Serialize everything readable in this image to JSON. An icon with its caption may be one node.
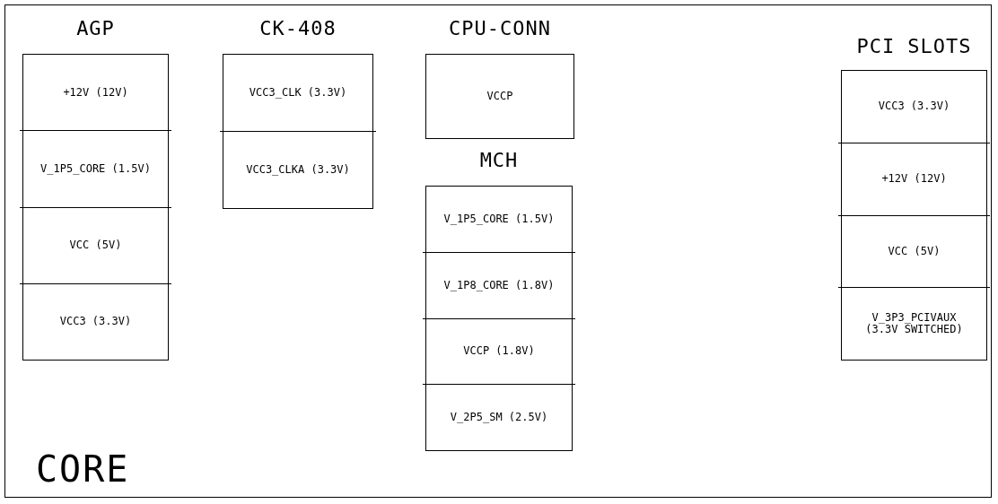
{
  "diagram": {
    "nodes": [
      {
        "text": [
          "AGP",
          "+12V (12V)",
          "V_1P5_CORE (1.5V)",
          "VCC (5V)",
          "VCC3 (3.3V)"
        ]
      },
      {
        "text": [
          "CK-408",
          "VCC3_CLK (3.3V)",
          "VCC3_CLKA (3.3V)"
        ]
      },
      {
        "text": [
          "CPU-CONN",
          "VCCP"
        ]
      },
      {
        "text": [
          "MCH",
          "V_1P5_CORE (1.5V)",
          "V_1P8_CORE (1.8V)",
          "VCCP (1.8V)",
          "V_2P5_SM (2.5V)"
        ]
      },
      {
        "text": [
          "PCI SLOTS",
          "VCC3 (3.3V)",
          "+12V (12V)",
          "VCC (5V)",
          "V_3P3_PCIVAUX (3.3V SWITCHED)"
        ]
      }
    ],
    "edges": [],
    "labels": [
      "CORE"
    ]
  }
}
